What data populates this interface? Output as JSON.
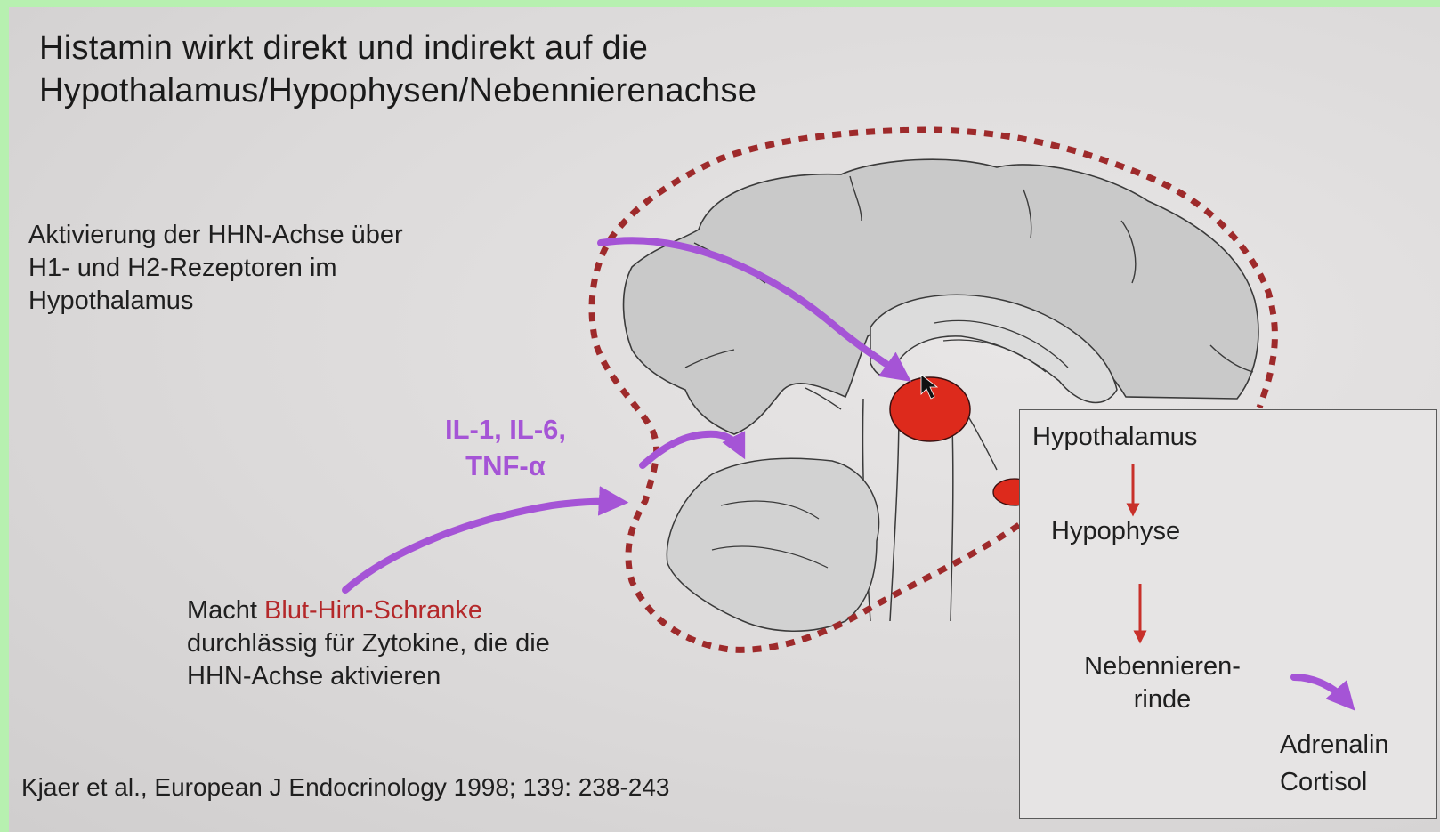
{
  "title": {
    "line1": "Histamin wirkt direkt und indirekt auf die",
    "line2": "Hypothalamus/Hypophysen/Nebennierenachse"
  },
  "annotation_hypothalamus": {
    "line1": "Aktivierung der HHN-Achse über",
    "line2": "H1- und H2-Rezeptoren im",
    "line3": "Hypothalamus"
  },
  "cytokines": {
    "line1": "IL-1, IL-6,",
    "line2": "TNF-α"
  },
  "annotation_barrier": {
    "line1_prefix": "Macht ",
    "line1_highlight": "Blut-Hirn-Schranke",
    "line2": "durchlässig für Zytokine, die die",
    "line3": "HHN-Achse aktivieren"
  },
  "citation": "Kjaer et al., European J Endocrinology 1998; 139: 238-243",
  "axis_box": {
    "step1": "Hypothalamus",
    "step2": "Hypophyse",
    "step3_line1": "Nebennieren-",
    "step3_line2": "rinde",
    "output_line1": "Adrenalin",
    "output_line2": "Cortisol"
  },
  "colors": {
    "purple_arrow": "#a554d6",
    "blood_brain_barrier_dots": "#9e2a2b",
    "hypothalamus_red": "#dd2a1c",
    "highlight_text_red": "#b4282a",
    "brain_fill": "#c9c9c9"
  }
}
